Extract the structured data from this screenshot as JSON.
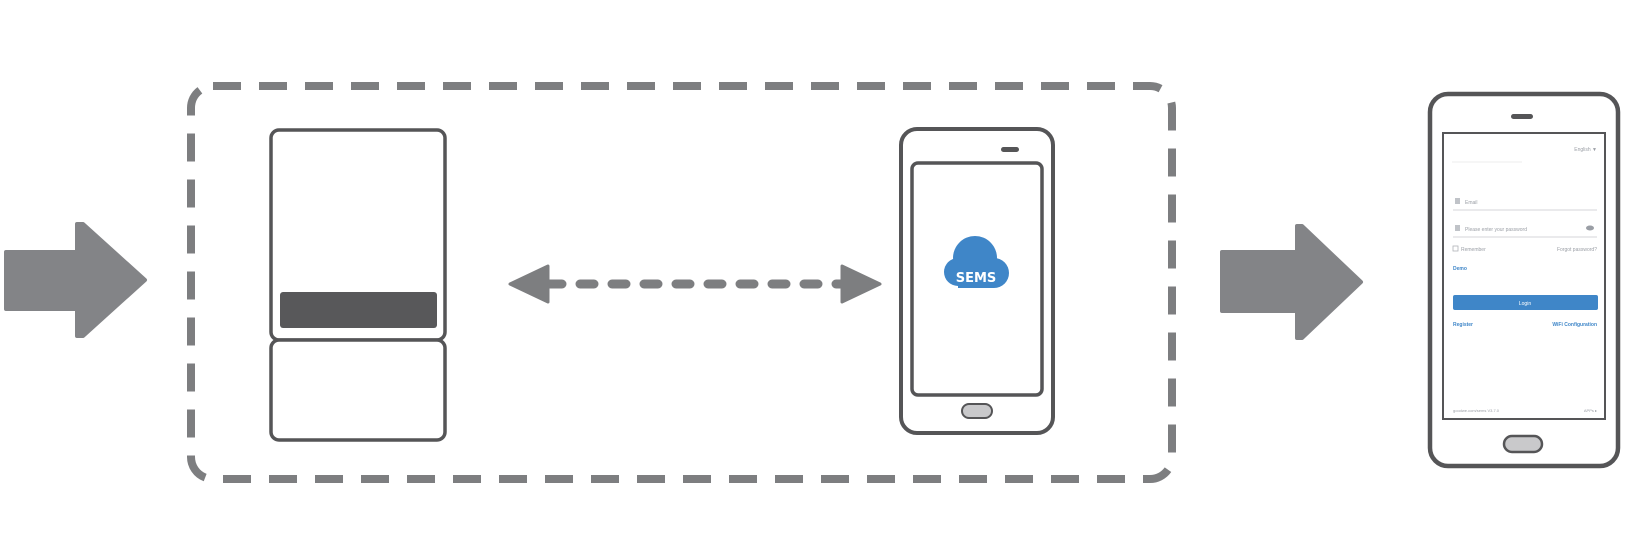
{
  "colors": {
    "arrow": "#838487",
    "outline": "#555557",
    "dash": "#7d7e80",
    "inverter_panel": "#58585a",
    "cloud": "#3f86c8",
    "login_button": "#3f86c8"
  },
  "app_icon": {
    "label": "SEMS"
  },
  "login_screen": {
    "language": "English ▼",
    "username_placeholder": "Email",
    "password_placeholder": "Please enter your password",
    "remember_label": "Remember",
    "forgot_label": "Forgot password?",
    "demo_link": "Demo",
    "login_button": "Login",
    "register_link": "Register",
    "wifi_link": "WiFi Configuration",
    "footer_left": "goodwe.com/sems  V3.7.0",
    "footer_right": "APPs ▸"
  }
}
